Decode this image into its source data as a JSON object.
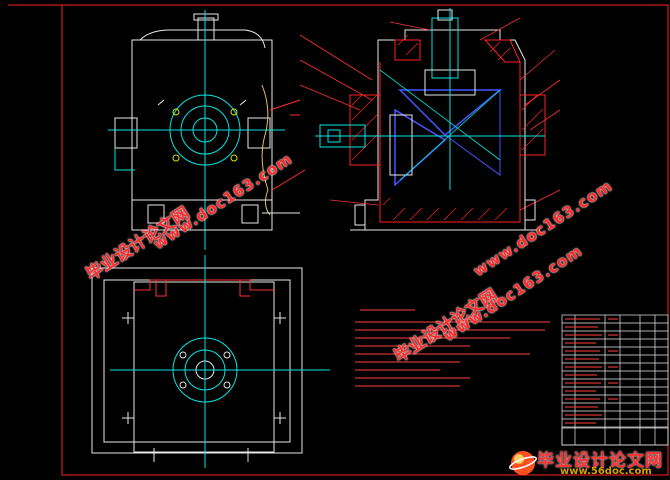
{
  "watermarks": {
    "left_cn": "毕业设计论文网",
    "left_url": "www.doc163.com",
    "mid_cn": "毕业设计论文网",
    "mid_url": "www.doc163.com",
    "right_url": "www.doc163.com"
  },
  "logo": {
    "text": "毕业设计论文网",
    "url": "www.56doc.com"
  },
  "colors": {
    "border": "#ff2020",
    "outline": "#e8e8e8",
    "centerline": "#00e5e5",
    "hidden": "#ff3030",
    "hatch": "#ff2020",
    "gear": "#4455ff",
    "yellow": "#e0e000",
    "text": "#ff4040"
  }
}
